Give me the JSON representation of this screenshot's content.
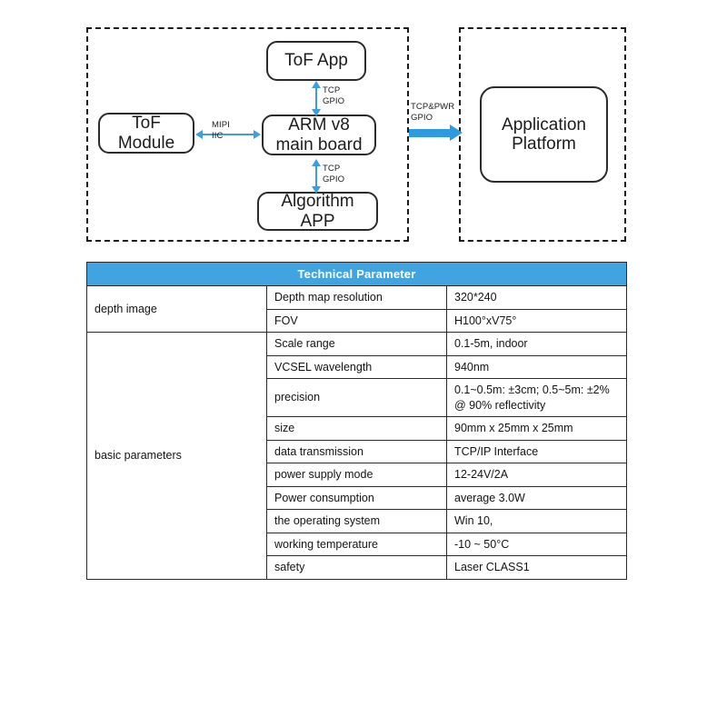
{
  "diagram": {
    "nodes": {
      "tof_app": "ToF App",
      "tof_module_line1": "ToF",
      "tof_module_line2": "Module",
      "arm_line1": "ARM v8",
      "arm_line2": "main board",
      "algorithm_line1": "Algorithm",
      "algorithm_line2": "APP",
      "application_platform_line1": "Application",
      "application_platform_line2": "Platform"
    },
    "arrow_labels": {
      "app_to_arm": "TCP\nGPIO",
      "arm_to_algorithm": "TCP\nGPIO",
      "module_to_arm": "MIPI\nIIC",
      "board_to_platform": "TCP&PWR\nGPIO"
    },
    "colors": {
      "arrow_blue": "#3C9DE0",
      "thick_arrow_blue": "#2E9BE0",
      "node_border": "#2B2B2B",
      "dashed_border": "#1C1C1C"
    }
  },
  "table": {
    "title": "Technical Parameter",
    "header_color": "#3FA4E0",
    "header_text_color": "#FFFFFF",
    "groups": [
      {
        "name": "depth image",
        "rows": [
          {
            "key": "Depth map resolution",
            "value": "320*240"
          },
          {
            "key": "FOV",
            "value": "H100°xV75°"
          }
        ]
      },
      {
        "name": "basic parameters",
        "rows": [
          {
            "key": "Scale range",
            "value": "0.1-5m, indoor"
          },
          {
            "key": "VCSEL wavelength",
            "value": "940nm"
          },
          {
            "key": "precision",
            "value": "0.1~0.5m: ±3cm; 0.5~5m: ±2% @ 90% reflectivity"
          },
          {
            "key": "size",
            "value": "90mm x 25mm x 25mm"
          },
          {
            "key": "data transmission",
            "value": "TCP/IP Interface"
          },
          {
            "key": "power supply mode",
            "value": "12-24V/2A"
          },
          {
            "key": "Power consumption",
            "value": "average 3.0W"
          },
          {
            "key": "the operating system",
            "value": "Win 10,"
          },
          {
            "key": "working temperature",
            "value": "-10 ~ 50°C"
          },
          {
            "key": "safety",
            "value": "Laser CLASS1"
          }
        ]
      }
    ]
  }
}
